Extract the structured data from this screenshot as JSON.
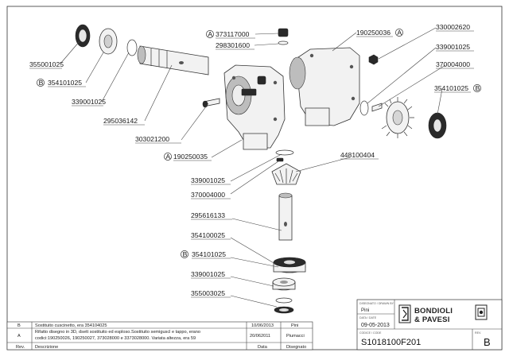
{
  "part_labels": {
    "p355001025": "355001025",
    "p354101025_left": "354101025",
    "p339001025_left": "339001025",
    "p295036142": "295036142",
    "p303021200": "303021200",
    "p190250035": "190250035",
    "p373117000": "373117000",
    "p298301600": "298301600",
    "p190250036": "190250036",
    "p330002620": "330002620",
    "p339001025_right": "339001025",
    "p370004000_right": "370004000",
    "p354101025_right": "354101025",
    "p448100404": "448100404",
    "p339001025_mid": "339001025",
    "p370004000_mid": "370004000",
    "p295616133": "295616133",
    "p354100025": "354100025",
    "p354101025_low": "354101025",
    "p339001025_low": "339001025",
    "p355003025": "355003025"
  },
  "markers": {
    "a": "A",
    "b": "B"
  },
  "revisions": [
    {
      "rev": "B",
      "description": "Sostituito cuscinetto, era 354104025",
      "date": "10/06/2013",
      "drawn_by": "Pini"
    },
    {
      "rev": "A",
      "description_line1": "Rifatto disegno in 3D, dsett sostituito ed esploso.Sostituito semiguscl e tappo, erano",
      "description_line2": "codici:190250026, 190250027, 373028000 e 3373028000. Variata altezza, era 59",
      "date": "20/062011",
      "drawn_by": "Piumacci"
    }
  ],
  "revision_headers": {
    "rev": "Rev.",
    "description": "Descrizione",
    "date": "Data",
    "drawn_by": "Disegnato"
  },
  "title_block": {
    "drawn_label": "DISEGNATO / DRAWN BY",
    "drawn_by": "Pini",
    "date_label": "DATA / DATE",
    "date": "09-05-2013",
    "code_label": "CODICE / CODE",
    "code": "S1018100F201",
    "rev_label": "REV.",
    "rev": "B",
    "company_line1": "BONDIOLI",
    "company_line2": "& PAVESI"
  }
}
